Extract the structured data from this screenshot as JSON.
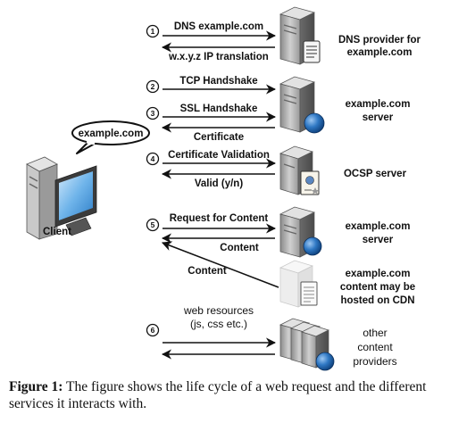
{
  "client": {
    "label": "Client",
    "bubble": "example.com"
  },
  "steps": [
    {
      "number": "1",
      "arrows": [
        "DNS example.com",
        "w.x.y.z IP translation"
      ],
      "server": [
        "DNS provider for",
        "example.com"
      ]
    },
    {
      "number": "2",
      "arrows": [
        "TCP Handshake"
      ],
      "server": [
        "example.com",
        "server"
      ]
    },
    {
      "number": "3",
      "arrows": [
        "SSL Handshake",
        "Certificate"
      ]
    },
    {
      "number": "4",
      "arrows": [
        "Certificate Validation",
        "Valid (y/n)"
      ],
      "server": [
        "OCSP server"
      ]
    },
    {
      "number": "5",
      "arrows": [
        "Request for Content",
        "Content",
        "Content"
      ],
      "server": [
        "example.com",
        "server"
      ],
      "cdn": [
        "example.com",
        "content may be",
        "hosted on CDN"
      ]
    },
    {
      "number": "6",
      "arrows": [
        "web resources",
        "(js, css etc.)"
      ],
      "server": [
        "other",
        "content",
        "providers"
      ]
    }
  ],
  "caption": {
    "prefix": "Figure 1:",
    "text": "The figure shows the life cycle of a web request and the different services it interacts with."
  }
}
